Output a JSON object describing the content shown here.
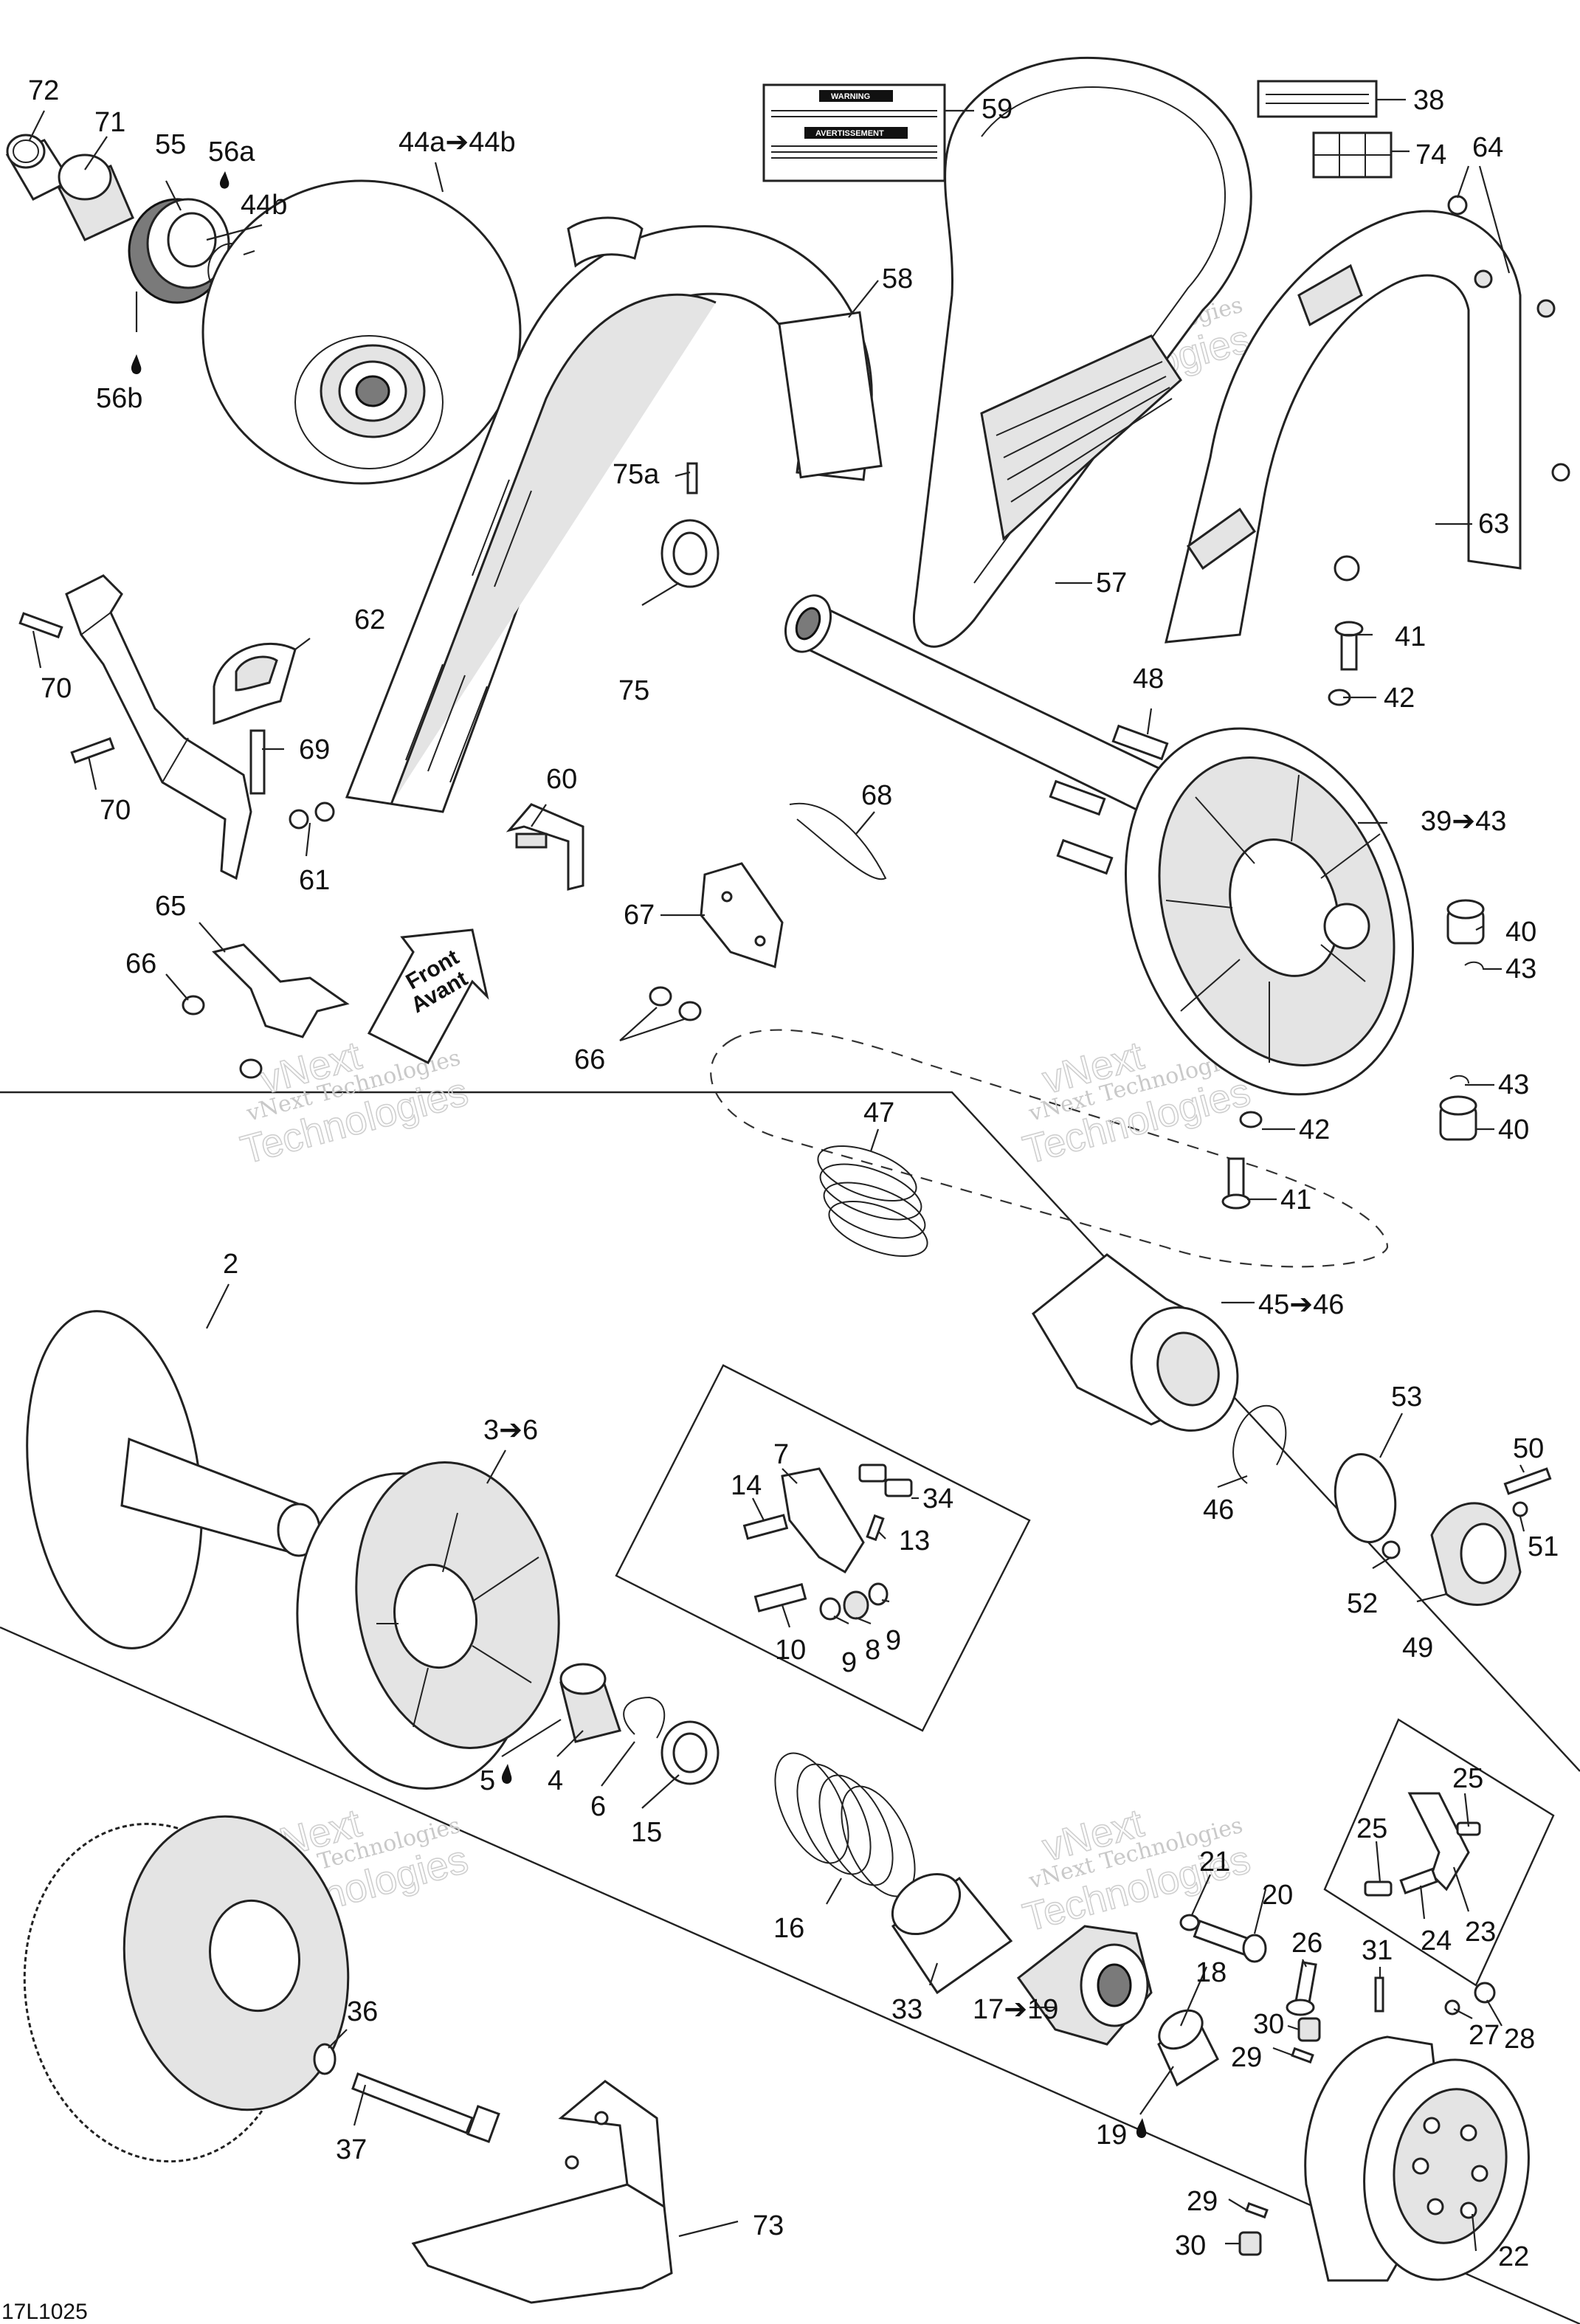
{
  "figure_code": "17L1025",
  "watermark": {
    "line1": "vNext Technologies",
    "line2": "vNext",
    "line3": "Technologies"
  },
  "front_arrow": {
    "line1": "Front",
    "line2": "Avant"
  },
  "warning_decal": {
    "title1": "WARNING",
    "title2": "AVERTISSEMENT"
  },
  "callouts": [
    {
      "id": "c72",
      "label": "72"
    },
    {
      "id": "c71",
      "label": "71"
    },
    {
      "id": "c55",
      "label": "55"
    },
    {
      "id": "c56a",
      "label": "56a"
    },
    {
      "id": "c44b",
      "label": "44b"
    },
    {
      "id": "c56b",
      "label": "56b"
    },
    {
      "id": "c44a",
      "label": "44a➔44b"
    },
    {
      "id": "c59",
      "label": "59"
    },
    {
      "id": "c38",
      "label": "38"
    },
    {
      "id": "c74",
      "label": "74"
    },
    {
      "id": "c64",
      "label": "64"
    },
    {
      "id": "c58",
      "label": "58"
    },
    {
      "id": "c75a",
      "label": "75a"
    },
    {
      "id": "c75",
      "label": "75"
    },
    {
      "id": "c63",
      "label": "63"
    },
    {
      "id": "c57",
      "label": "57"
    },
    {
      "id": "c41a",
      "label": "41"
    },
    {
      "id": "c42a",
      "label": "42"
    },
    {
      "id": "c48",
      "label": "48"
    },
    {
      "id": "c3943",
      "label": "39➔43"
    },
    {
      "id": "c62",
      "label": "62"
    },
    {
      "id": "c70a",
      "label": "70"
    },
    {
      "id": "c69",
      "label": "69"
    },
    {
      "id": "c70b",
      "label": "70"
    },
    {
      "id": "c60",
      "label": "60"
    },
    {
      "id": "c61",
      "label": "61"
    },
    {
      "id": "c68",
      "label": "68"
    },
    {
      "id": "c40a",
      "label": "40"
    },
    {
      "id": "c43a",
      "label": "43"
    },
    {
      "id": "c65",
      "label": "65"
    },
    {
      "id": "c66a",
      "label": "66"
    },
    {
      "id": "c67",
      "label": "67"
    },
    {
      "id": "c66b",
      "label": "66"
    },
    {
      "id": "c47",
      "label": "47"
    },
    {
      "id": "c43b",
      "label": "43"
    },
    {
      "id": "c42b",
      "label": "42"
    },
    {
      "id": "c40b",
      "label": "40"
    },
    {
      "id": "c41b",
      "label": "41"
    },
    {
      "id": "c2",
      "label": "2"
    },
    {
      "id": "c4546",
      "label": "45➔46"
    },
    {
      "id": "c36x",
      "label": "3➔6"
    },
    {
      "id": "c7",
      "label": "7"
    },
    {
      "id": "c14",
      "label": "14"
    },
    {
      "id": "c34",
      "label": "34"
    },
    {
      "id": "c13",
      "label": "13"
    },
    {
      "id": "c53",
      "label": "53"
    },
    {
      "id": "c50",
      "label": "50"
    },
    {
      "id": "c46",
      "label": "46"
    },
    {
      "id": "c51",
      "label": "51"
    },
    {
      "id": "c52",
      "label": "52"
    },
    {
      "id": "c10",
      "label": "10"
    },
    {
      "id": "c9a",
      "label": "9"
    },
    {
      "id": "c8",
      "label": "8"
    },
    {
      "id": "c9b",
      "label": "9"
    },
    {
      "id": "c49",
      "label": "49"
    },
    {
      "id": "c5",
      "label": "5"
    },
    {
      "id": "c4",
      "label": "4"
    },
    {
      "id": "c6",
      "label": "6"
    },
    {
      "id": "c15",
      "label": "15"
    },
    {
      "id": "c25a",
      "label": "25"
    },
    {
      "id": "c25b",
      "label": "25"
    },
    {
      "id": "c21",
      "label": "21"
    },
    {
      "id": "c20",
      "label": "20"
    },
    {
      "id": "c23",
      "label": "23"
    },
    {
      "id": "c24",
      "label": "24"
    },
    {
      "id": "c16",
      "label": "16"
    },
    {
      "id": "c26",
      "label": "26"
    },
    {
      "id": "c31",
      "label": "31"
    },
    {
      "id": "c18",
      "label": "18"
    },
    {
      "id": "c33",
      "label": "33"
    },
    {
      "id": "c36",
      "label": "36"
    },
    {
      "id": "c30a",
      "label": "30"
    },
    {
      "id": "c27",
      "label": "27"
    },
    {
      "id": "c28",
      "label": "28"
    },
    {
      "id": "c1719",
      "label": "17➔19"
    },
    {
      "id": "c29a",
      "label": "29"
    },
    {
      "id": "c19",
      "label": "19"
    },
    {
      "id": "c37",
      "label": "37"
    },
    {
      "id": "c29b",
      "label": "29"
    },
    {
      "id": "c73",
      "label": "73"
    },
    {
      "id": "c30b",
      "label": "30"
    },
    {
      "id": "c22",
      "label": "22"
    }
  ]
}
